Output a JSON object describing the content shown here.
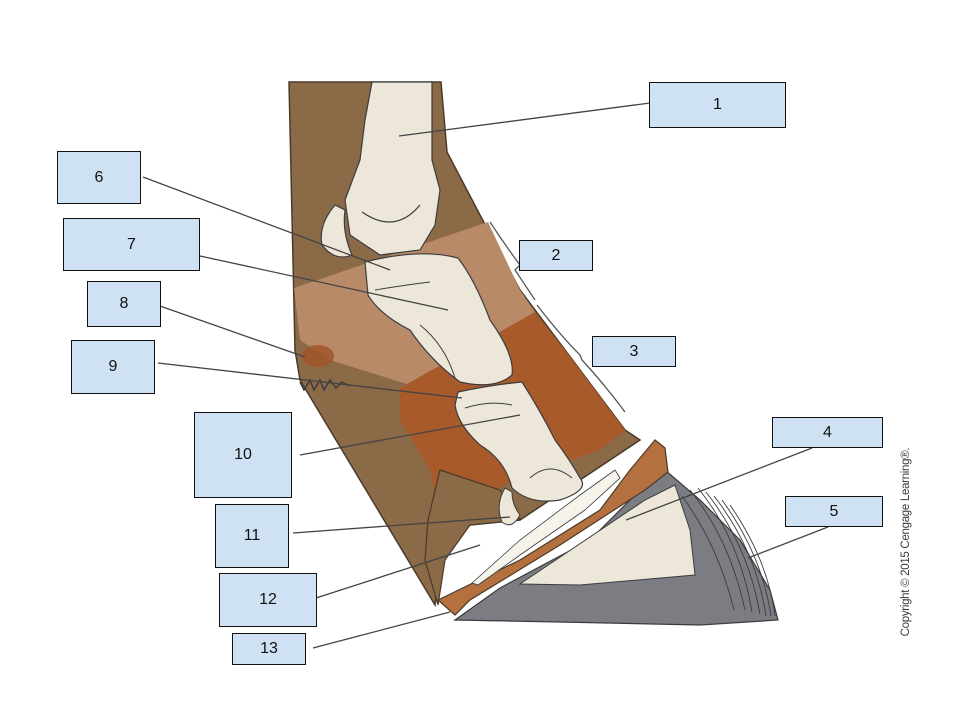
{
  "diagram": {
    "subject": "Horse lower limb / hoof anatomy (sagittal section)",
    "colors": {
      "skin_dark": "#8b6a47",
      "tissue_light": "#b88a68",
      "tissue_orange": "#a85a2a",
      "bone": "#ece7d8",
      "hoof_wall": "#7c7d83",
      "coronary_band": "#b4703f",
      "label_fill": "#cfe2f3"
    },
    "labels": [
      {
        "id": "1",
        "text": "1"
      },
      {
        "id": "2",
        "text": "2"
      },
      {
        "id": "3",
        "text": "3"
      },
      {
        "id": "4",
        "text": "4"
      },
      {
        "id": "5",
        "text": "5"
      },
      {
        "id": "6",
        "text": "6"
      },
      {
        "id": "7",
        "text": "7"
      },
      {
        "id": "8",
        "text": "8"
      },
      {
        "id": "9",
        "text": "9"
      },
      {
        "id": "10",
        "text": "10"
      },
      {
        "id": "11",
        "text": "11"
      },
      {
        "id": "12",
        "text": "12"
      },
      {
        "id": "13",
        "text": "13"
      }
    ],
    "copyright": "Copyright © 2015 Cengage Learning®."
  }
}
